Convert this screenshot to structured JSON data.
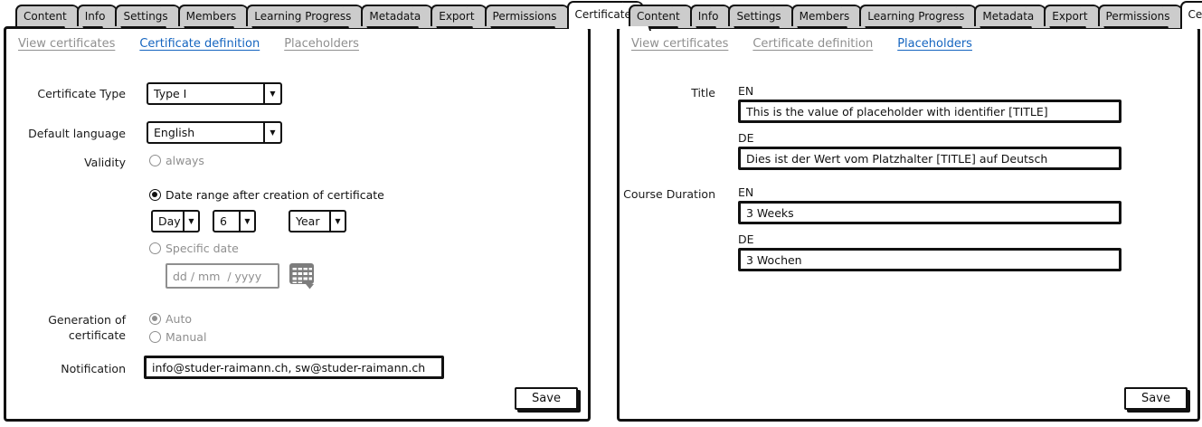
{
  "tabs": [
    "Content",
    "Info",
    "Settings",
    "Members",
    "Learning Progress",
    "Metadata",
    "Export",
    "Permissions",
    "Certificate"
  ],
  "subtabs": {
    "view_certificates": "View certificates",
    "certificate_definition": "Certificate definition",
    "placeholders": "Placeholders"
  },
  "save_label": "Save",
  "left_panel": {
    "active_subtab": "Certificate definition",
    "certificate_type": {
      "label": "Certificate Type",
      "value": "Type I"
    },
    "default_language": {
      "label": "Default language",
      "value": "English"
    },
    "validity": {
      "label": "Validity",
      "always_option": "always",
      "date_range_option": "Date range after creation of certificate",
      "selected_option": "Date range after creation of certificate",
      "range_unit1": "Day",
      "range_value": "6",
      "range_unit2": "Year",
      "specific_date_option": "Specific date",
      "specific_date_placeholder": "dd / mm  / yyyy"
    },
    "generation": {
      "label_line1": "Generation of",
      "label_line2": "certificate",
      "auto_option": "Auto",
      "manual_option": "Manual",
      "selected_option": "Auto"
    },
    "notification": {
      "label": "Notification",
      "value": "info@studer-raimann.ch, sw@studer-raimann.ch"
    }
  },
  "right_panel": {
    "active_subtab": "Placeholders",
    "lang_en": "EN",
    "lang_de": "DE",
    "placeholders": [
      {
        "label": "Title",
        "en_value": "This is the value of placeholder with identifier [TITLE]",
        "de_value": "Dies ist der Wert vom Platzhalter [TITLE] auf Deutsch"
      },
      {
        "label": "Course Duration",
        "en_value": "3 Weeks",
        "de_value": "3 Wochen"
      }
    ]
  },
  "colors": {
    "tab_fill": "#cccccc",
    "border": "#111111",
    "active_link": "#1565c0",
    "inactive_link": "#8f8f8f",
    "disabled_text": "#8f8f8f"
  }
}
